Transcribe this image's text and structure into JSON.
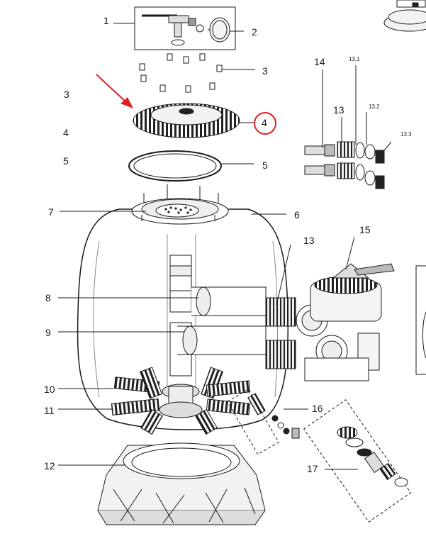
{
  "diagram": {
    "accent_color": "#e02020",
    "line_color": "#1a1a1a",
    "highlighted_part": "4",
    "labels": {
      "p1": "1",
      "p2": "2",
      "p3a": "3",
      "p3b": "3",
      "p4a": "4",
      "p4b": "4",
      "p5a": "5",
      "p5b": "5",
      "p6": "6",
      "p7": "7",
      "p8": "8",
      "p9": "9",
      "p10": "10",
      "p11": "11",
      "p12": "12",
      "p13a": "13",
      "p13b": "13",
      "p14": "14",
      "p15": "15",
      "p16": "16",
      "p17": "17",
      "p13_1": "13.1",
      "p13_2": "13.2",
      "p13_3": "13.3"
    }
  }
}
